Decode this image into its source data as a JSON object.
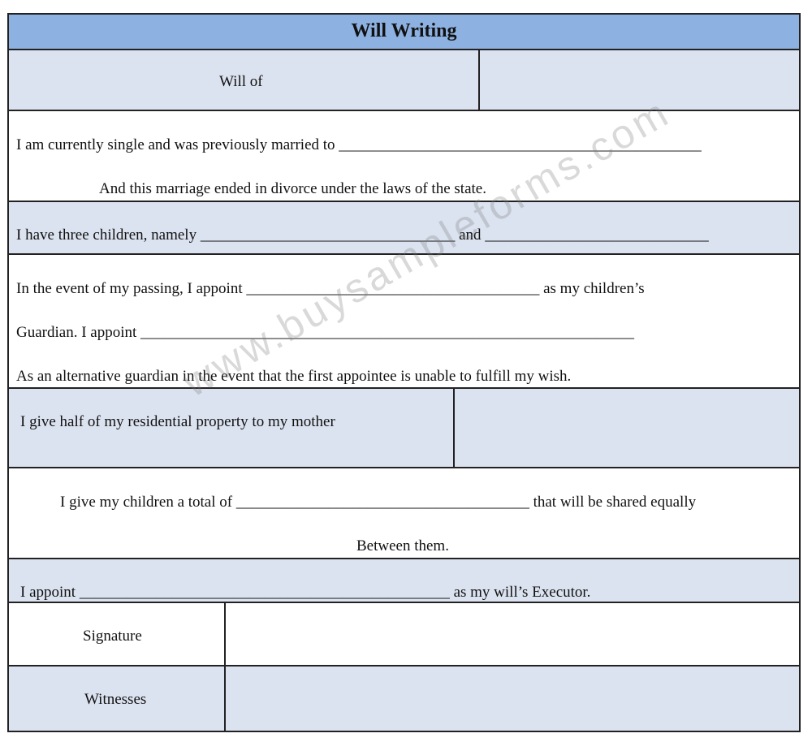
{
  "form": {
    "title": "Will Writing",
    "will_of_label": "Will of",
    "marriage": {
      "line1": "I am currently single and was previously married to _______________________________________________",
      "line2": "And this marriage ended in divorce under the laws of the state."
    },
    "children": {
      "line": "I have three children, namely _________________________________ and _____________________________"
    },
    "guardian": {
      "line1": "In the event of my passing, I appoint ______________________________________ as my children’s",
      "line2": "Guardian. I appoint ________________________________________________________________",
      "line3": "As an alternative guardian in the event that the first appointee is unable to fulfill my wish."
    },
    "property": {
      "line": "I give half of my residential property to my mother"
    },
    "children_share": {
      "line1": "I give my children a total of ______________________________________ that will be shared equally",
      "line2": "Between them."
    },
    "executor": {
      "line": "I appoint ________________________________________________ as my will’s Executor."
    },
    "signature_label": "Signature",
    "witnesses_label": "Witnesses"
  },
  "watermark": "www.buysampleforms.com",
  "colors": {
    "header": "#8db1e1",
    "shaded_row": "#dce3f0",
    "border": "#222222"
  }
}
